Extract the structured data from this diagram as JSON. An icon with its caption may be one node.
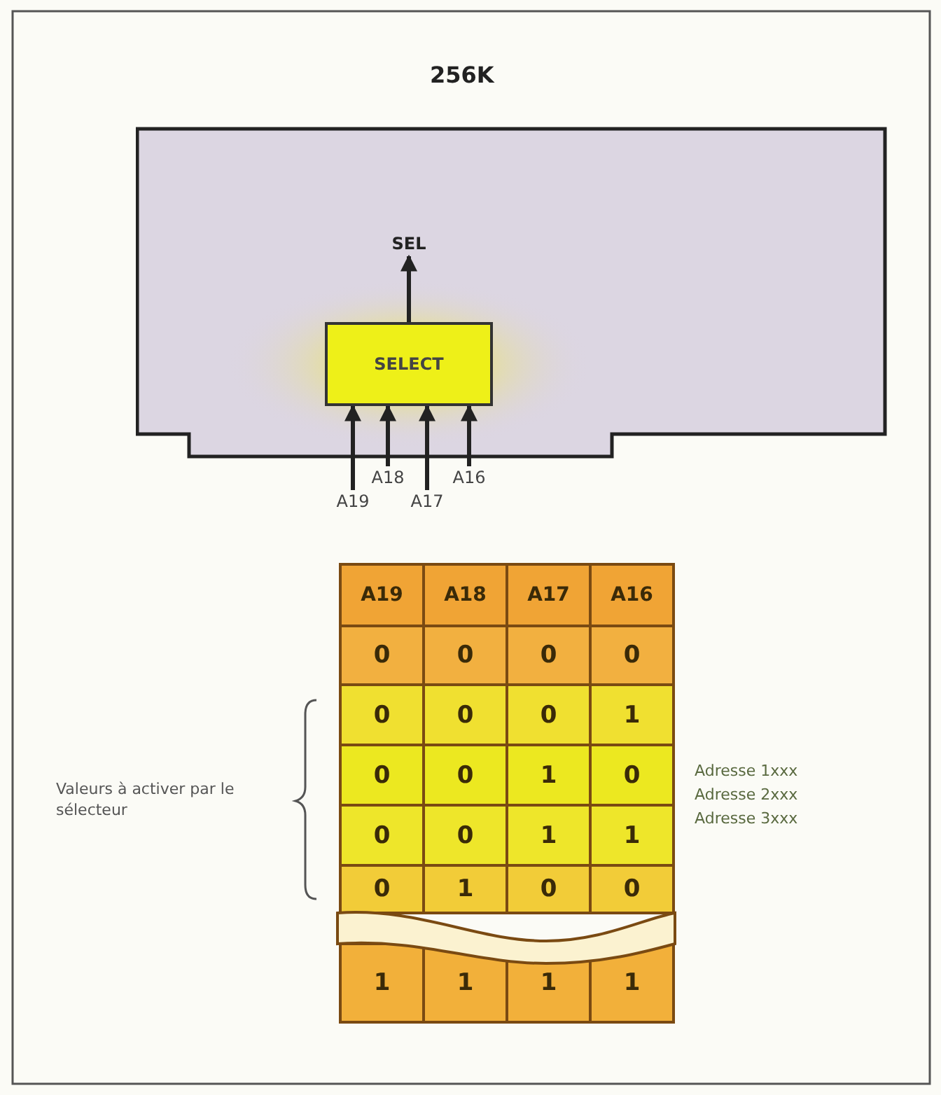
{
  "diagram": {
    "nodes": [
      {
        "text": [
          "256K"
        ]
      },
      {
        "text": [
          "SELECT"
        ],
        "in": 0
      },
      {
        "text": [
          "SEL"
        ],
        "in": 0
      },
      {
        "text": [
          "A19"
        ]
      },
      {
        "text": [
          "A18"
        ]
      },
      {
        "text": [
          "A17"
        ]
      },
      {
        "text": [
          "A16"
        ]
      }
    ],
    "edges": [
      {
        "from": 1,
        "to": 2,
        "arrow": "to"
      },
      {
        "from": 3,
        "to": 1,
        "arrow": "to"
      },
      {
        "from": 4,
        "to": 1,
        "arrow": "to"
      },
      {
        "from": 5,
        "to": 1,
        "arrow": "to"
      },
      {
        "from": 6,
        "to": 1,
        "arrow": "to"
      }
    ],
    "labels": [
      "A19",
      "A18",
      "A17",
      "A16",
      "0",
      "0",
      "0",
      "0",
      "0",
      "0",
      "0",
      "1",
      "0",
      "0",
      "1",
      "0",
      "0",
      "0",
      "1",
      "1",
      "0",
      "1",
      "0",
      "0",
      "1",
      "1",
      "1",
      "1",
      "Valeurs à activer par le sélecteur",
      "Adresse 1xxx",
      "Adresse 2xxx",
      "Adresse 3xxx"
    ]
  }
}
